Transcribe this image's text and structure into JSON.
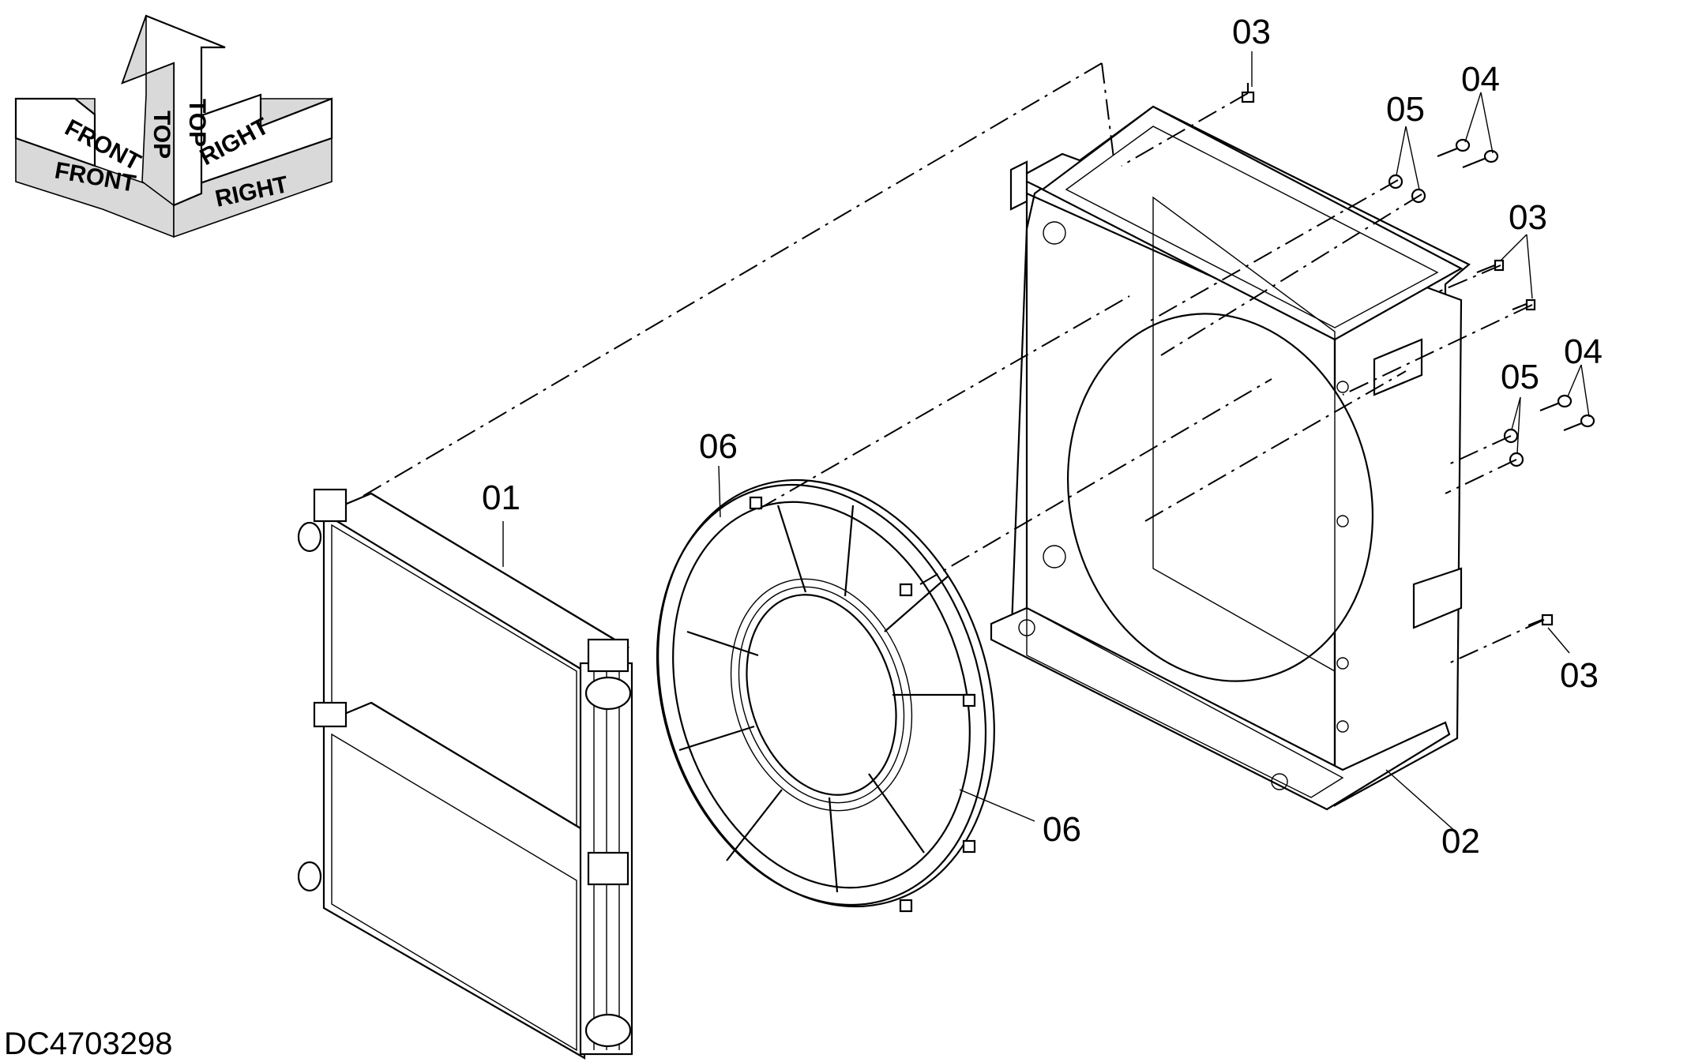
{
  "drawing": {
    "drawing_number": "DC4703298",
    "orientation_indicator": {
      "top_label": "TOP",
      "front_label": "FRONT",
      "right_label": "RIGHT"
    },
    "callouts": [
      {
        "id": "callout-01",
        "label": "01"
      },
      {
        "id": "callout-02",
        "label": "02"
      },
      {
        "id": "callout-03-top",
        "label": "03"
      },
      {
        "id": "callout-03-right",
        "label": "03"
      },
      {
        "id": "callout-03-bottom",
        "label": "03"
      },
      {
        "id": "callout-04-top",
        "label": "04"
      },
      {
        "id": "callout-04-mid",
        "label": "04"
      },
      {
        "id": "callout-05-top",
        "label": "05"
      },
      {
        "id": "callout-05-mid",
        "label": "05"
      },
      {
        "id": "callout-06-top",
        "label": "06"
      },
      {
        "id": "callout-06-bottom",
        "label": "06"
      }
    ]
  }
}
